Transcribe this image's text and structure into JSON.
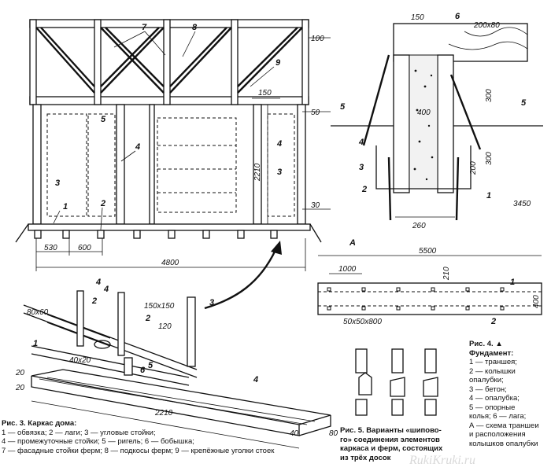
{
  "fig3": {
    "labels": {
      "n1": "1",
      "n2": "2",
      "n3": "3",
      "n4": "4",
      "n5": "5",
      "n6": "6",
      "n7": "7",
      "n8": "8",
      "n9": "9"
    },
    "dims": {
      "d100": "100",
      "d150": "150",
      "d50": "50",
      "d2210": "2210",
      "d30": "30",
      "d530": "530",
      "d600": "600",
      "d4800": "4800"
    },
    "caption_title": "Рис. 3. Каркас дома:",
    "caption_line1": "1 — обвязка; 2 — лаги; 3 — угловые стойки;",
    "caption_line2": "4 — промежуточные стойки; 5 — ригель; 6 — бобышка;",
    "caption_line3": "7 — фасадные стойки ферм; 8 — подкосы ферм; 9 — крепёжные уголки стоек"
  },
  "detail": {
    "dims": {
      "d80x60": "80x60",
      "d40x20": "40x20",
      "d150x150": "150x150",
      "d120": "120",
      "d20a": "20",
      "d20b": "20",
      "d2210": "2210",
      "d80": "80",
      "d40": "40"
    },
    "labels": {
      "n1": "1",
      "n2a": "2",
      "n2b": "2",
      "n3": "3",
      "n4a": "4",
      "n4b": "4",
      "n5": "5",
      "n6": "6"
    }
  },
  "fig4": {
    "dims": {
      "d150": "150",
      "d200x80": "200x80",
      "d400": "400",
      "d300a": "300",
      "d300b": "300",
      "d200": "200",
      "d3450": "3450",
      "d260": "260"
    },
    "labels": {
      "n1": "1",
      "n2": "2",
      "n3": "3",
      "n4": "4",
      "n5a": "5",
      "n5b": "5",
      "n6": "6"
    },
    "planA": {
      "title": "A",
      "d5500": "5500",
      "d1000": "1000",
      "d210": "210",
      "d400": "400",
      "d50": "50x50x800",
      "n1": "1",
      "n2": "2"
    },
    "caption_title": "Рис. 4.",
    "caption_sub": "Фундамент:",
    "caption_lines": [
      "1 — траншея;",
      "2 — колышки",
      "опалубки;",
      "3 — бетон;",
      "4 — опалубка;",
      "5 — опорные",
      "колья; 6 — лага;",
      "А — схема траншеи",
      "и расположения",
      "колышков опалубки"
    ]
  },
  "fig5": {
    "caption_lines": [
      "Рис. 5. Варианты «шипово-",
      "го» соединения элементов",
      "каркаса и ферм, состоящих",
      "из трёх досок"
    ]
  },
  "watermark": "RukiKruki.ru"
}
